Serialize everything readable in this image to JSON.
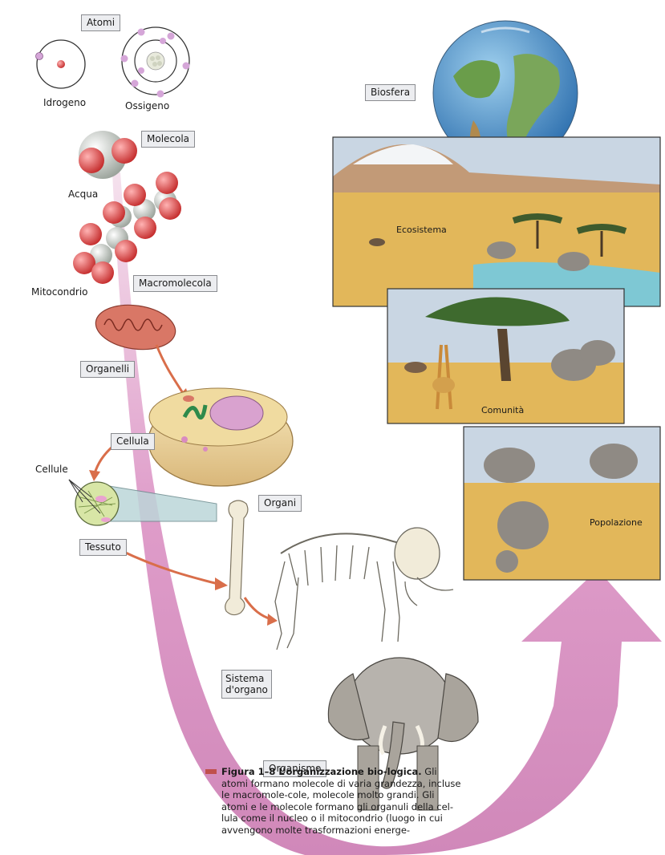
{
  "labels": {
    "atomi": "Atomi",
    "idrogeno": "Idrogeno",
    "ossigeno": "Ossigeno",
    "molecola": "Molecola",
    "acqua": "Acqua",
    "mitocondrio": "Mitocondrio",
    "macromolecola": "Macromolecola",
    "organelli": "Organelli",
    "cellula": "Cellula",
    "cellule": "Cellule",
    "tessuto": "Tessuto",
    "organi": "Organi",
    "sistema_line1": "Sistema",
    "sistema_line2": "d'organo",
    "organismo": "Organismo",
    "biosfera": "Biosfera",
    "ecosistema": "Ecosistema",
    "comunita": "Comunità",
    "popolazione": "Popolazione"
  },
  "caption": {
    "title": "Figura 1–8    L’organizzazione bio-logica.",
    "text": "Gli atomi formano molecole di varia grandezza, incluse le macromole-cole, molecole molto grandi. Gli atomi e le molecole formano gli organuli della cel-lula come il nucleo o il mitocondrio (luogo in cui avvengono molte trasformazioni energe-"
  },
  "colors": {
    "path_pink": "#d98bc0",
    "label_bg": "#ecedf0",
    "sky": "#c9d6e3",
    "grass": "#e2b75a",
    "arrow_orange": "#d96e4a",
    "caption_marker": "#c0504d"
  }
}
